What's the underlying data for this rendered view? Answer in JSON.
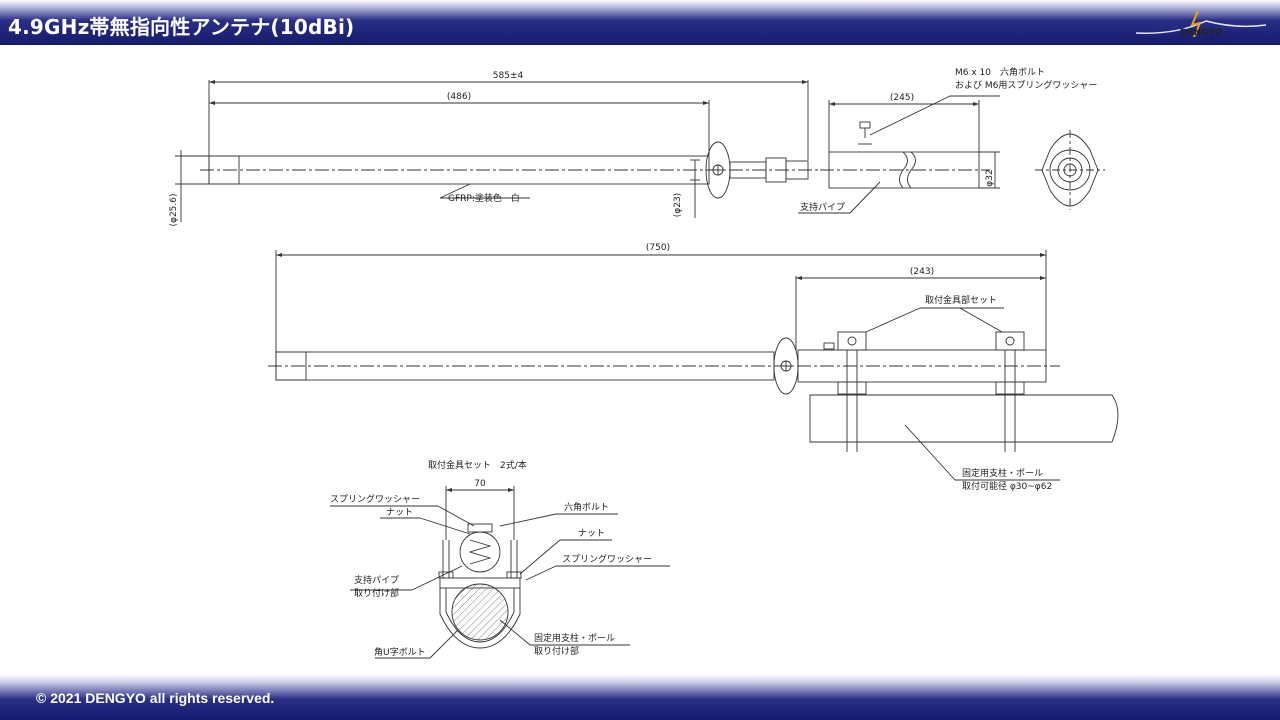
{
  "header": {
    "title": "4.9GHz帯無指向性アンテナ(10dBi)",
    "logo_text": "DENGYO"
  },
  "footer": {
    "copyright": "© 2021  DENGYO all rights reserved."
  },
  "drawing": {
    "dim_585": "585±4",
    "dim_486": "(486)",
    "dim_254": "(φ25.6)",
    "dim_23": "(φ23)",
    "label_gfrp": "GFRP:塗装色　白",
    "bolt_line1": "M6 x 10　六角ボルト",
    "bolt_line2": "および M6用スプリングワッシャー",
    "dim_245": "(245)",
    "dim_32": "φ32",
    "support_pipe": "支持パイプ",
    "dim_750": "(750)",
    "dim_243": "(243)",
    "mount_set": "取付金具部セット",
    "pole_line1": "固定用支柱・ポール",
    "pole_line2": "取付可能径 φ30~φ62",
    "set_title": "取付金具セット　2式/本",
    "dim_70": "70",
    "spring_washer_l": "スプリングワッシャー",
    "nut_l": "ナット",
    "hex_bolt": "六角ボルト",
    "nut_r": "ナット",
    "spring_washer_r": "スプリングワッシャー",
    "pipe_mount_1": "支持パイプ",
    "pipe_mount_2": "取り付け部",
    "pole_mount_1": "固定用支柱・ポール",
    "pole_mount_2": "取り付け部",
    "u_bolt": "角U字ボルト"
  },
  "colors": {
    "header_navy": "#151a6e",
    "line": "#333333"
  }
}
